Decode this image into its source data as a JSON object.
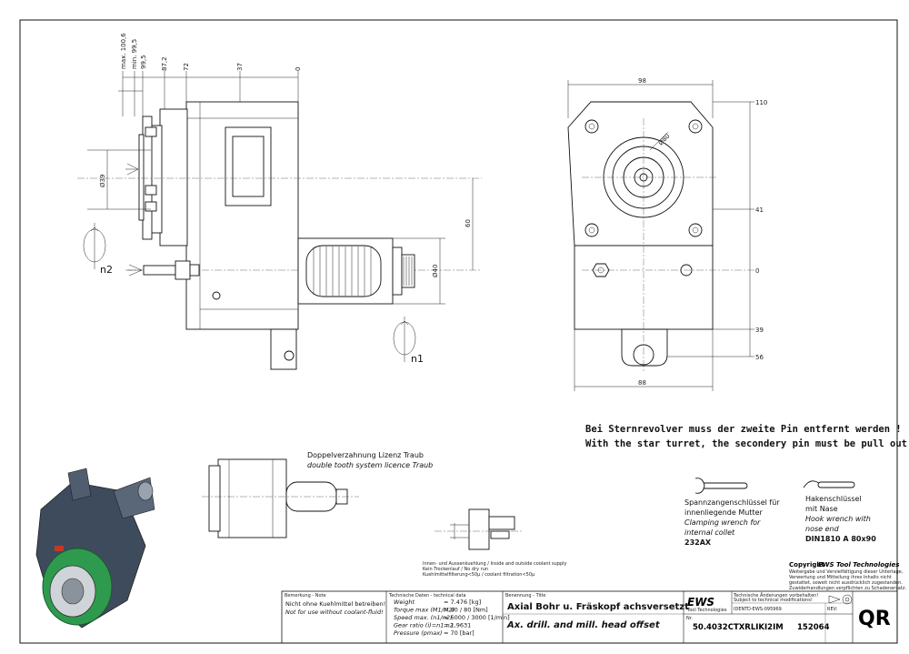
{
  "side_view": {
    "dims_top": [
      "max. 100,6",
      "min. 99,5",
      "99,5",
      "87,2",
      "72",
      "37",
      "0"
    ],
    "dim_d39": "Ø39",
    "dim_60": "60",
    "dim_d40": "Ø40",
    "label_n1": "n1",
    "label_n2": "n2"
  },
  "front_view": {
    "dim_98": "98",
    "dim_d80": "Ø80",
    "dims_right": [
      "110",
      "41",
      "0",
      "39",
      "56"
    ],
    "dim_88": "88"
  },
  "notes": {
    "de": "Bei Sternrevolver muss der zweite Pin entfernt werden !",
    "en": "With the star turret, the secondery pin must be pull out !"
  },
  "licence": {
    "de": "Doppelverzahnung Lizenz Traub",
    "en": "double tooth system licence Traub"
  },
  "coolant": {
    "line1": "Innen- und Aussenkuehlung / Inside and outside coolant supply",
    "line2": "Kein Trockenlauf / No dry run",
    "line3": "Kuehlmittelfilterung<50µ / coolant filtration<50µ"
  },
  "wrench1": {
    "de1": "Spannzangenschlüssel für",
    "de2": "innenliegende Mutter",
    "en1": "Clamping wrench for",
    "en2": "internal collet",
    "code": "232AX"
  },
  "wrench2": {
    "de1": "Hakenschlüssel",
    "de2": "mit Nase",
    "en1": "Hook wrench with",
    "en2": "nose end",
    "code": "DIN1810 A 80x90"
  },
  "copyright": {
    "head_prefix": "Copyright",
    "head_brand": "EWS Tool Technologies",
    "l1": "Weitergabe und Vervielfältigung dieser Unterlage,",
    "l2": "Verwertung und Mitteilung ihres Inhalts nicht",
    "l3": "gestattet, soweit nicht ausdrücklich zugestanden.",
    "l4": "Zuwiderhandlungen verpflichten zu Schadenersatz."
  },
  "title_block": {
    "remark_hdr": "Bemerkung - Note",
    "remark_de": "Nicht ohne Kuehlmittel betreiben!",
    "remark_en": "Not for use without coolant-fluid!",
    "tech_hdr": "Technische Daten - technical data",
    "tech_rows": [
      {
        "label": "Weight",
        "value": "= 7.476 [kg]"
      },
      {
        "label": "Torque max (M1/M2)",
        "value": "= 40 / 80 [Nm]"
      },
      {
        "label": "Speed max. (n1/n2)",
        "value": "= 6000 / 3000 [1/min]"
      },
      {
        "label": "Gear ratio (i)=n1:n2",
        "value": "= 1,9631"
      },
      {
        "label": "Pressure   (pmax)",
        "value": "= 70 [bar]"
      }
    ],
    "name_hdr": "Benennung - Title",
    "name_de": "Axial Bohr u. Fräskopf achsversetzt",
    "name_en": "Ax. drill. and mill. head offset",
    "logo": "EWS",
    "logo_sub": "Tool Technologies",
    "changes_de": "Technische Änderungen vorbehalten!",
    "changes_en": "Subject to technical modifications!",
    "ident_label": "IDENT",
    "ident_value": "D-EWS-095969",
    "rev_label": "REV:",
    "part_label": "Nr.",
    "part_no": "50.4032CTXRLIKI2IM",
    "drawing_no": "152064",
    "qr": "QR"
  }
}
